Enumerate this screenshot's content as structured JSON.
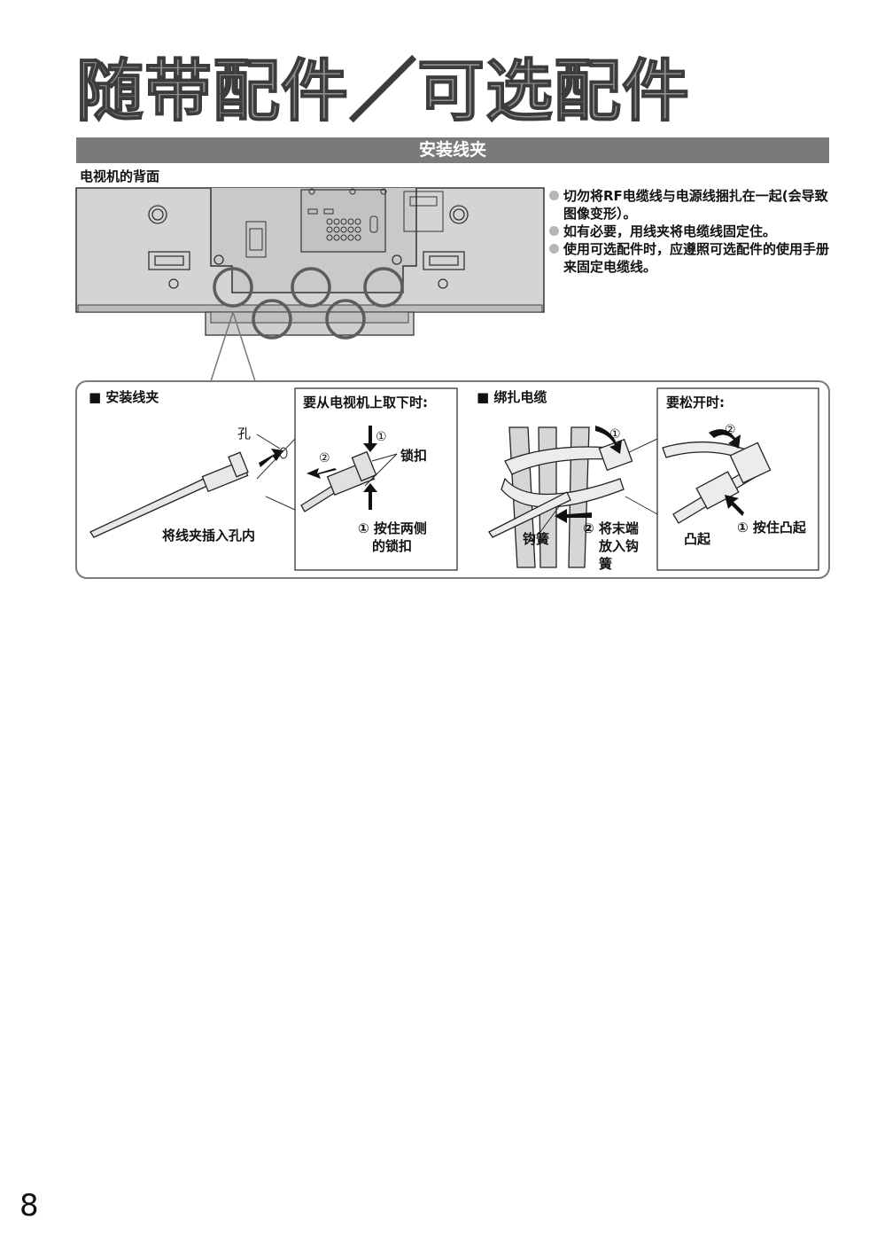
{
  "title": "随带配件／可选配件",
  "section_bar": "安装线夹",
  "tv_back_label": "电视机的背面",
  "notes": [
    "切勿将RF电缆线与电源线捆扎在一起(会导致图像变形）。",
    "如有必要，用线夹将电缆线固定住。",
    "使用可选配件时，应遵照可选配件的使用手册来固定电缆线。"
  ],
  "panel_install": {
    "heading": "■ 安装线夹",
    "hole_label": "孔",
    "insert_label": "将线夹插入孔内"
  },
  "panel_remove": {
    "heading": "要从电视机上取下时:",
    "step1_mark": "①",
    "step2_mark": "②",
    "latch_label": "锁扣",
    "press_label_line1": "① 按住两侧",
    "press_label_line2": "的锁扣"
  },
  "panel_bind": {
    "heading": "■ 绑扎电缆",
    "step1_mark": "①",
    "hook_label": "钩簧",
    "put_line1": "② 将末端",
    "put_line2": "放入钩",
    "put_line3": "簧"
  },
  "panel_loosen": {
    "heading": "要松开时:",
    "step2_mark": "②",
    "bump_label": "凸起",
    "press_label": "① 按住凸起"
  },
  "page_number": "8"
}
